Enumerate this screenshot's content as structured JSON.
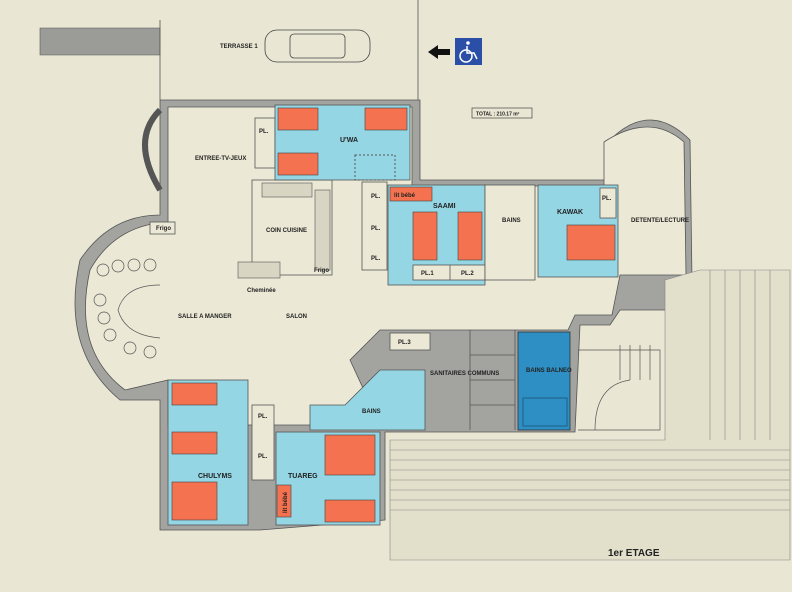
{
  "title": "1er ETAGE",
  "total": "TOTAL : 210.17 m²",
  "icons": {
    "accessibility": "wheelchair-icon",
    "arrow": "arrow-left-icon",
    "car": "car-icon"
  },
  "colors": {
    "background": "#e9e7d4",
    "room_blue": "#94d6e4",
    "balneo": "#2e8fc4",
    "bed": "#f4724f"
  },
  "labels": {
    "terrasse": "TERRASSE 1",
    "entree": "ENTREE-TV-JEUX",
    "uwa": "U'WA",
    "saami": "SAAMI",
    "bains_top": "BAINS",
    "kawak": "KAWAK",
    "detente": "DETENTE/LECTURE",
    "frigo1": "Frigo",
    "frigo2": "Frigo",
    "cuisine": "COIN CUISINE",
    "cheminee": "Cheminée",
    "salle": "SALLE A MANGER",
    "salon": "SALON",
    "pl_entree": "PL.",
    "pl_a": "PL.",
    "pl_b": "PL.",
    "pl_c": "PL.",
    "pl1": "PL.1",
    "pl2": "PL.2",
    "pl3": "PL.3",
    "pl_d": "PL.",
    "pl_e": "PL.",
    "kawak_pl": "PL.",
    "sanitaires": "SANITAIRES COMMUNS",
    "balneo": "BAINS BALNEO",
    "bains_bottom": "BAINS",
    "chulyms": "CHULYMS",
    "tuareg": "TUAREG",
    "lit_bebe_top": "lit bébé",
    "lit_bebe_bottom": "lit bébé"
  }
}
